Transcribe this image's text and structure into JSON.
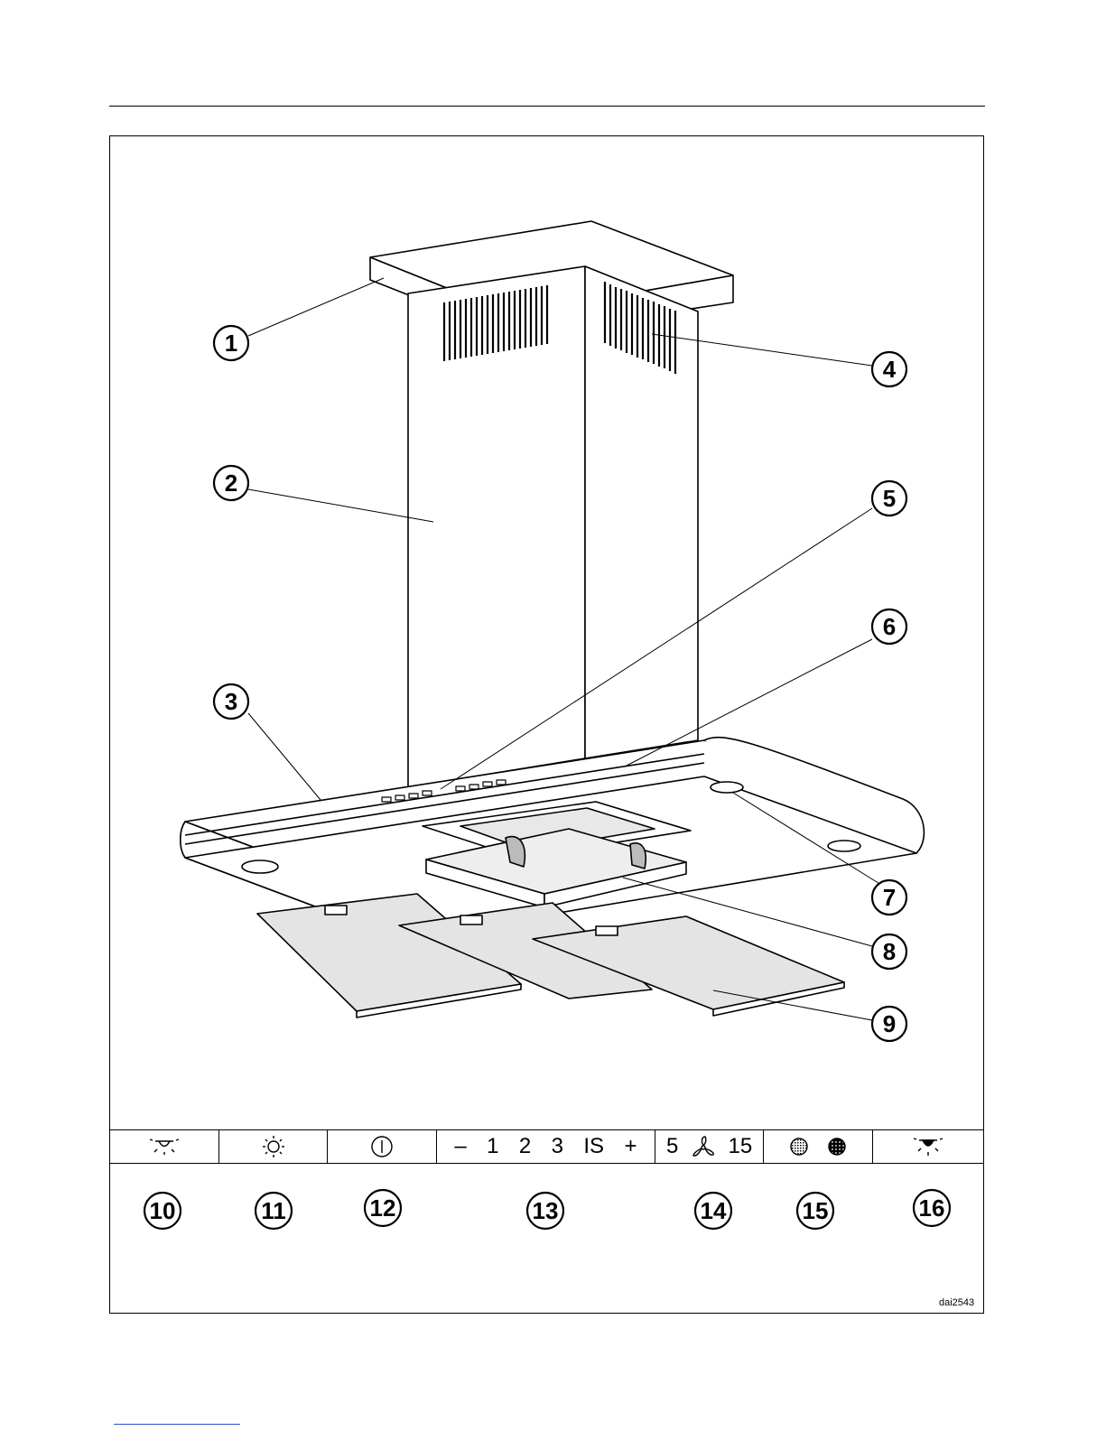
{
  "callouts": [
    "1",
    "2",
    "3",
    "4",
    "5",
    "6",
    "7",
    "8",
    "9",
    "10",
    "11",
    "12",
    "13",
    "14",
    "15",
    "16"
  ],
  "panel": {
    "speed_minus": "–",
    "speed_1": "1",
    "speed_2": "2",
    "speed_3": "3",
    "speed_is": "IS",
    "speed_plus": "+",
    "timer_5": "5",
    "timer_15": "15",
    "icons": [
      "light-dim-icon",
      "light-icon",
      "power-icon",
      "fan-icon",
      "filter-saturation-icon",
      "light-bright-icon"
    ]
  },
  "drawing_code": "dai2543"
}
